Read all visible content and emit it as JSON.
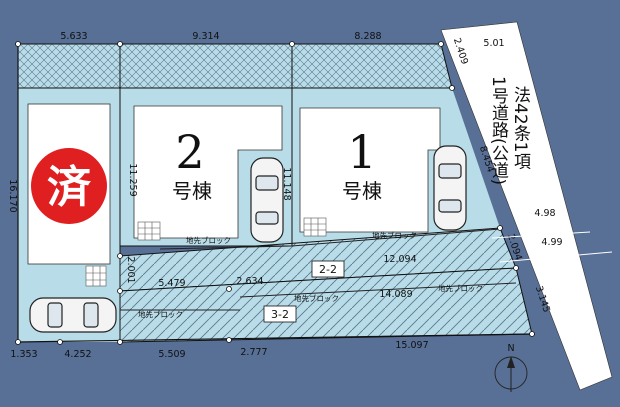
{
  "top_dims": [
    "5.633",
    "9.314",
    "8.288"
  ],
  "road_dims": {
    "small_top": "2.409",
    "top": "5.01",
    "side": "8.454",
    "mid": "4.98",
    "lower": "4.99",
    "small_mid": "2.094",
    "small_low": "3.145"
  },
  "left_dim": "16.170",
  "lot_dims": {
    "bldg2_depth": "11.259",
    "bldg1_depth": "11.148",
    "pass_w": "2.001",
    "seg_a": "5.479",
    "seg_b": "2.634",
    "seg_c": "12.094",
    "seg_d": "14.089",
    "bottom_a": "1.353",
    "bottom_b": "4.252",
    "bottom_c": "5.509",
    "bottom_d": "2.777",
    "bottom_e": "15.097"
  },
  "buildings": [
    {
      "number": "2",
      "label": "号棟"
    },
    {
      "number": "1",
      "label": "号棟"
    }
  ],
  "sold_stamp": "済",
  "wall_label": "地先ブロック",
  "lot_labels": [
    "2-2",
    "3-2"
  ],
  "road_lines": [
    "法42条1項",
    "1号道路(公道)"
  ],
  "north": "N",
  "colors": {
    "background": "#586f96",
    "lot": "#b9dde8",
    "stamp": "#e02020",
    "road": "#ffffff"
  }
}
